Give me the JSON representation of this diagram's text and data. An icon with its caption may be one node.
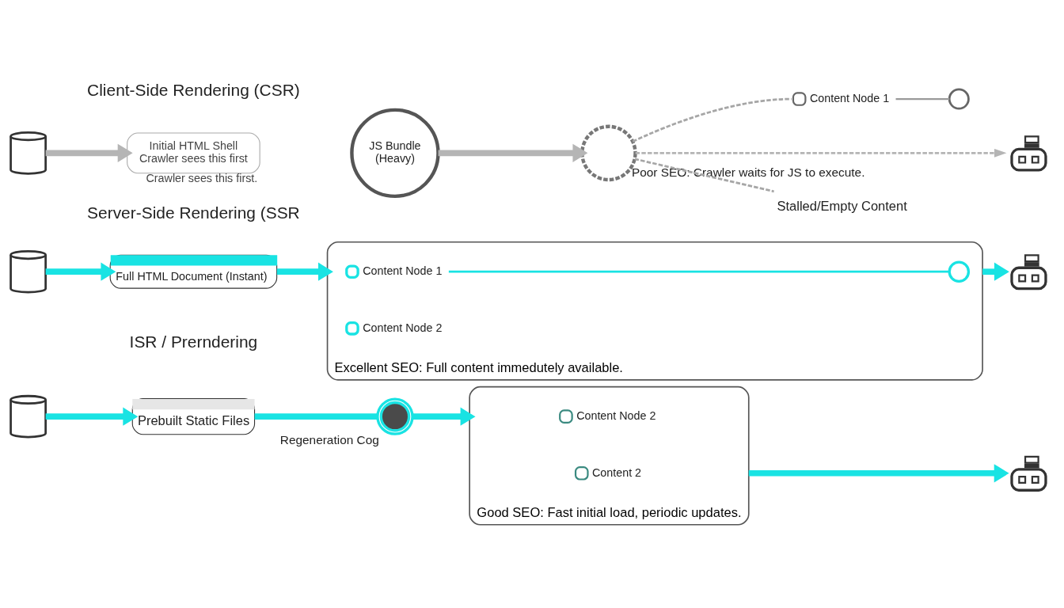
{
  "diagram": {
    "nodes": [
      {
        "text": [],
        "shape": "cylinder"
      },
      {
        "text": [
          "Initial HTML Shell",
          "Crawler sees this first"
        ],
        "beside": [
          "Crawler sees this first."
        ]
      },
      {
        "text": [
          "JS Bundle (Heavy)"
        ]
      },
      {
        "text": [],
        "shape": "circle",
        "beside": [
          "Poor SEO: Crawler waits for JS to execute."
        ]
      },
      {
        "text": [],
        "shape": "circle",
        "beside": [
          "Content Node 1"
        ]
      },
      {
        "text": [],
        "shape": "circle"
      },
      {
        "text": [
          "Stalled/Empty Content"
        ]
      },
      {
        "text": [],
        "shape": "picture"
      },
      {
        "text": [],
        "shape": "cylinder"
      },
      {
        "text": [
          "Full HTML Document (Instant)"
        ]
      },
      {
        "text": [],
        "shape": "box",
        "beside": [
          "Excellent SEO: Full content immedutely available."
        ]
      },
      {
        "text": [],
        "shape": "circle",
        "in": 10,
        "beside": [
          "Content Node 1"
        ]
      },
      {
        "text": [],
        "shape": "circle",
        "in": 10,
        "beside": [
          "Content Node 2"
        ]
      },
      {
        "text": [],
        "shape": "circle",
        "in": 10
      },
      {
        "text": [],
        "shape": "picture"
      },
      {
        "text": [],
        "shape": "cylinder"
      },
      {
        "text": [
          "Prebuilt Static Files"
        ]
      },
      {
        "text": [],
        "shape": "picture",
        "beside": [
          "Regeneration Cog"
        ]
      },
      {
        "text": [],
        "shape": "box",
        "beside": [
          "Good SEO: Fast initial load, periodic updates."
        ]
      },
      {
        "text": [],
        "shape": "circle",
        "in": 18,
        "beside": [
          "Content Node 2"
        ]
      },
      {
        "text": [],
        "shape": "circle",
        "in": 18,
        "beside": [
          "Content 2"
        ]
      },
      {
        "text": [],
        "shape": "picture"
      }
    ],
    "edges": [
      {
        "from": 0,
        "to": 1,
        "arrow": "to",
        "color": "#b5b5b5"
      },
      {
        "from": 2,
        "to": 3,
        "arrow": "to",
        "color": "#b5b5b5"
      },
      {
        "from": 3,
        "to": 4,
        "arrow": "none",
        "style": "dashed",
        "color": "#a6a6a6"
      },
      {
        "from": 4,
        "to": 5,
        "arrow": "none",
        "color": "#9a9a9a"
      },
      {
        "from": 3,
        "to": 7,
        "arrow": "to",
        "style": "dashed",
        "color": "#b5b5b5"
      },
      {
        "from": 3,
        "to": 6,
        "arrow": "none",
        "style": "dashed",
        "color": "#a6a6a6"
      },
      {
        "from": 8,
        "to": 9,
        "arrow": "to"
      },
      {
        "from": 9,
        "to": 10,
        "arrow": "to"
      },
      {
        "from": 11,
        "to": 13,
        "arrow": "none"
      },
      {
        "from": 10,
        "to": 14,
        "arrow": "to"
      },
      {
        "from": 15,
        "to": 16,
        "arrow": "to"
      },
      {
        "from": 16,
        "to": 17,
        "arrow": "none"
      },
      {
        "from": 17,
        "to": 18,
        "arrow": "to"
      },
      {
        "from": 18,
        "to": 21,
        "arrow": "to"
      }
    ],
    "labels": [
      "Client-Side Rendering (CSR)",
      "Server-Side Rendering (SSR",
      "ISR / Prerndering"
    ]
  }
}
